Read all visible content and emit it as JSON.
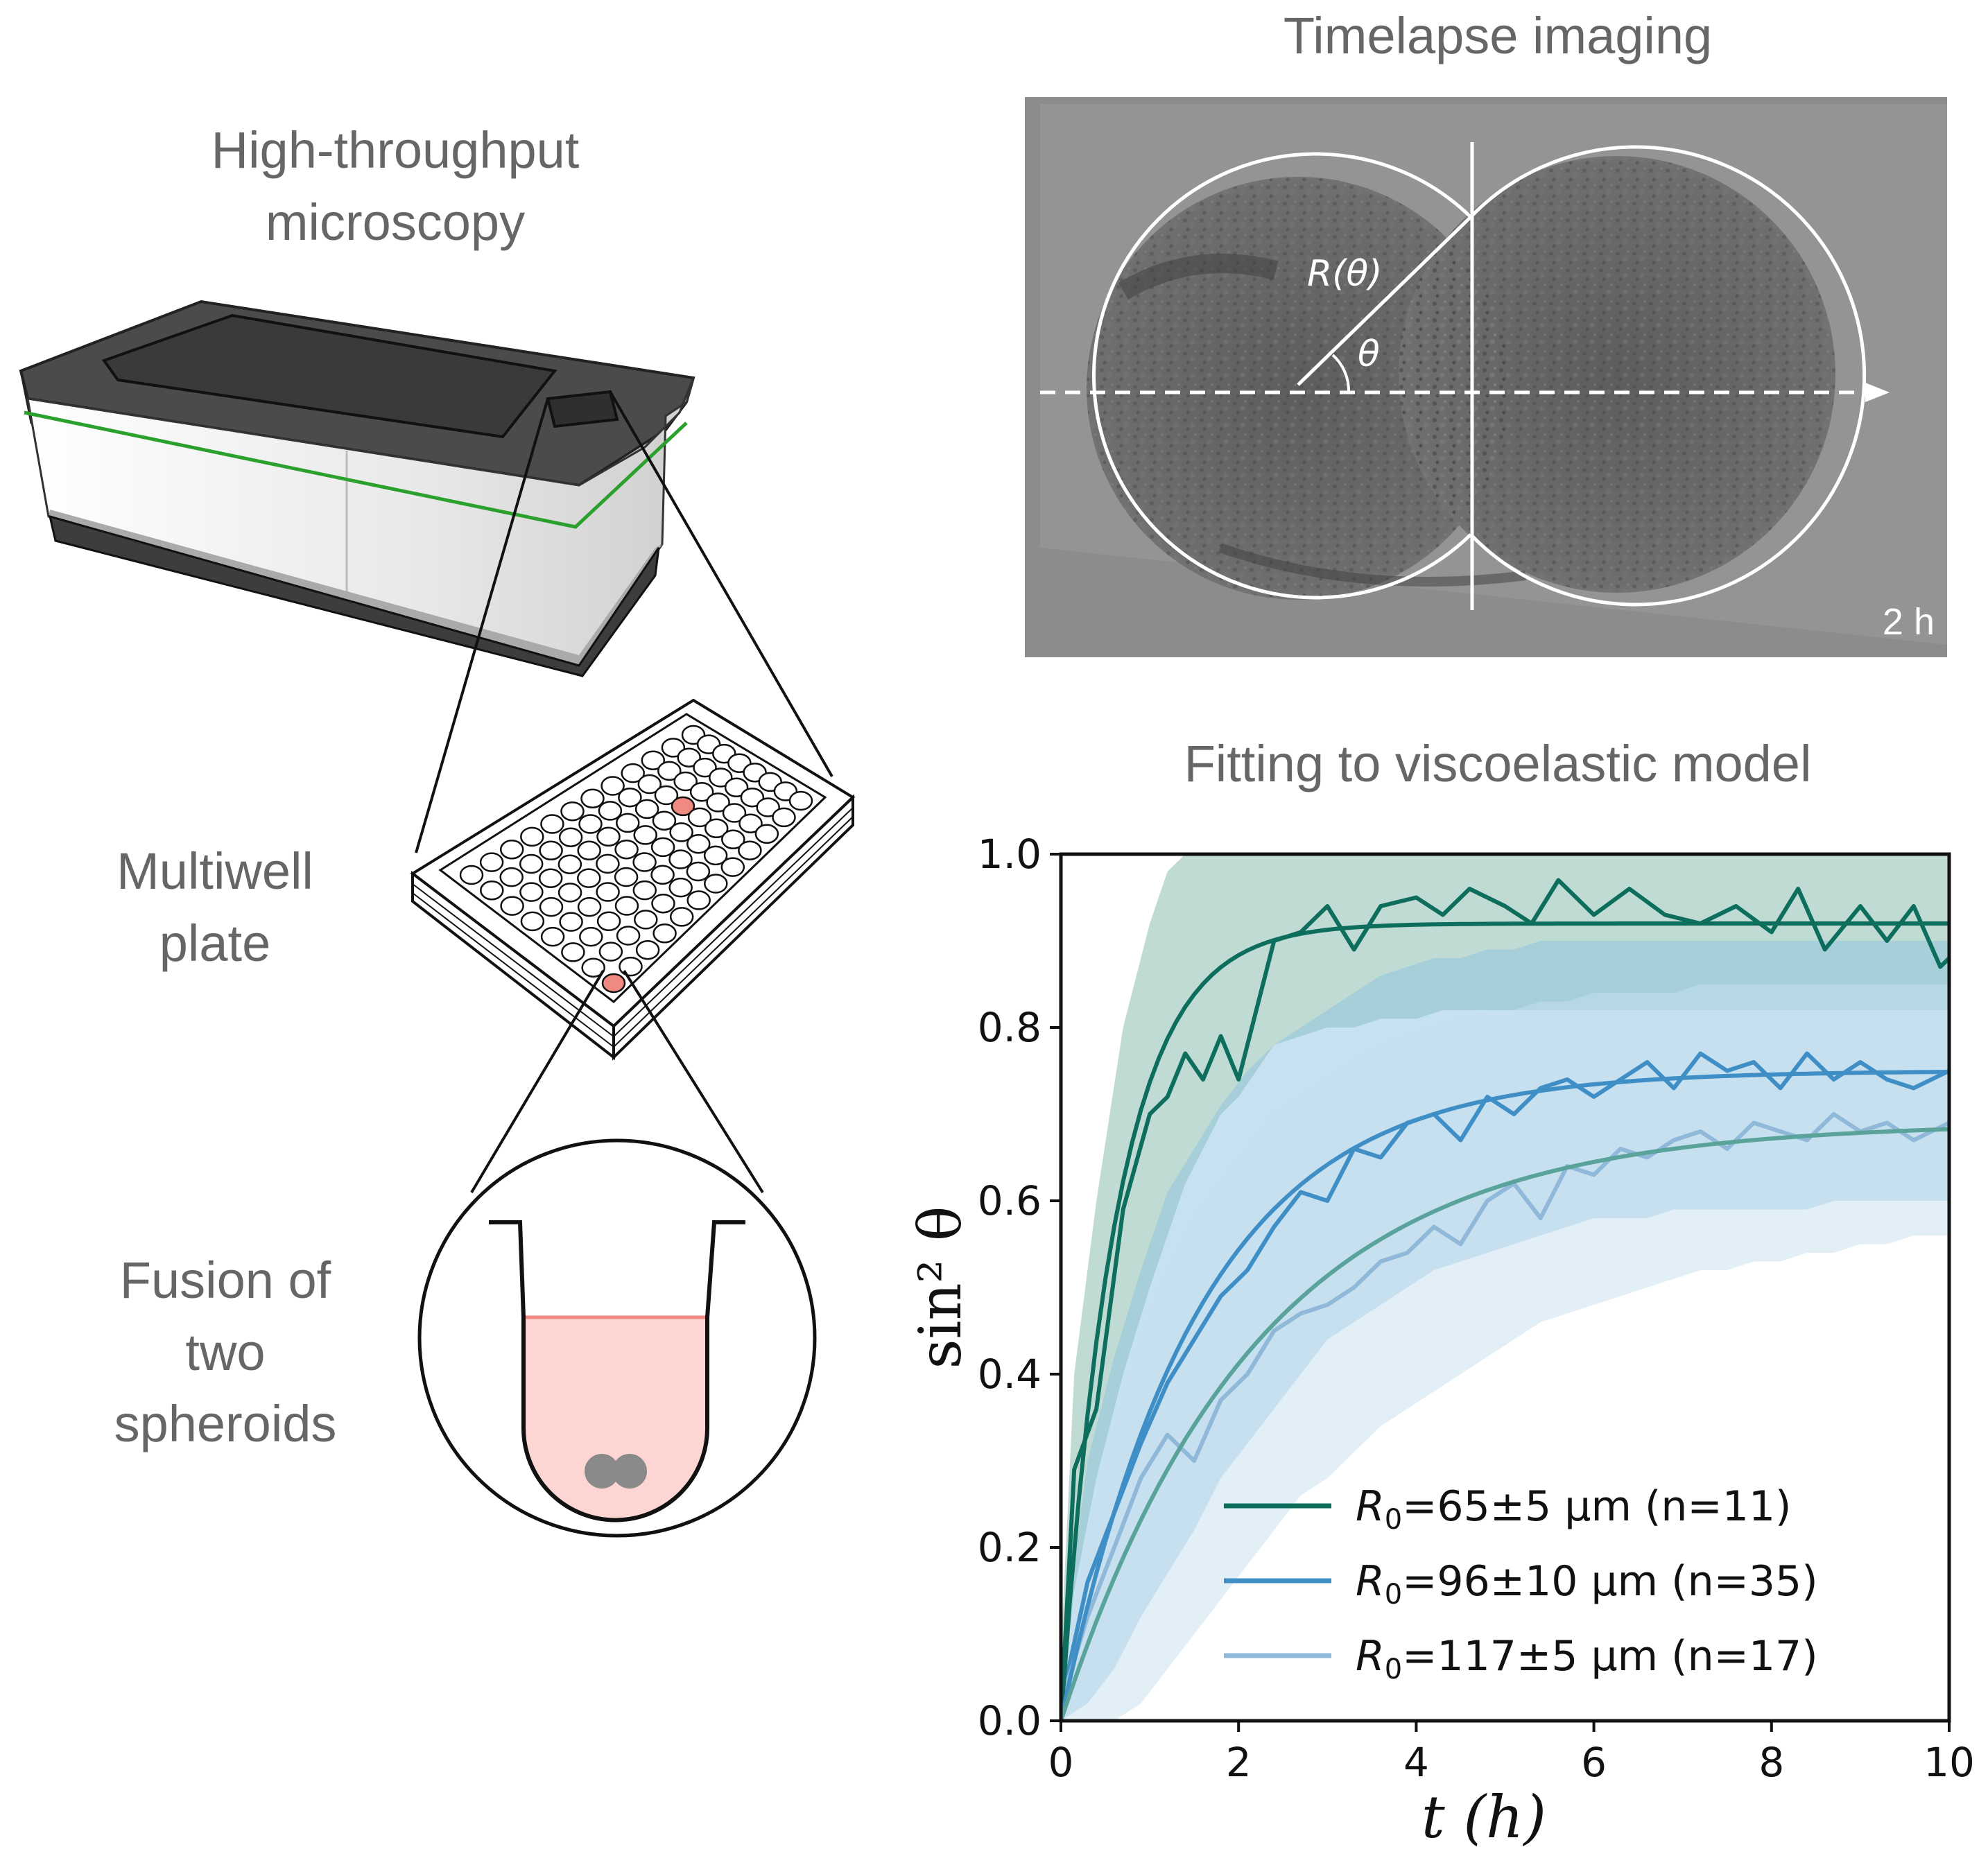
{
  "left_panel": {
    "microscopy_label_1": "High-throughput",
    "microscopy_label_2": "microscopy",
    "plate_label_1": "Multiwell",
    "plate_label_2": "plate",
    "fusion_label_1": "Fusion of",
    "fusion_label_2": "two",
    "fusion_label_3": "spheroids",
    "instrument_accent_color": "#2ca02c",
    "highlight_well_color": "#f08a80",
    "medium_color": "#fdd5d2"
  },
  "image_panel": {
    "title": "Timelapse imaging",
    "radius_label": "R(θ)",
    "angle_label": "θ",
    "time_stamp": "2 h"
  },
  "chart_panel": {
    "title": "Fitting to viscoelastic model",
    "legend": [
      {
        "symbol": "R",
        "subscript": "0",
        "text": "=65±5 μm  (n=11)"
      },
      {
        "symbol": "R",
        "subscript": "0",
        "text": "=96±10 μm  (n=35)"
      },
      {
        "symbol": "R",
        "subscript": "0",
        "text": "=117±5 μm  (n=17)"
      }
    ]
  },
  "chart_data": {
    "type": "line",
    "xlabel": "t (h)",
    "ylabel": "sin² θ",
    "xlim": [
      0,
      10
    ],
    "ylim": [
      0,
      1.0
    ],
    "xticks": [
      "0",
      "2",
      "4",
      "6",
      "8",
      "10"
    ],
    "yticks": [
      "0.0",
      "0.2",
      "0.4",
      "0.6",
      "0.8",
      "1.0"
    ],
    "legend_position": "lower-right",
    "series": [
      {
        "name": "R0=65±5 μm (n=11)",
        "color": "#0e6e5e",
        "band_color": "#7fb8a8",
        "fit": {
          "plateau": 0.92,
          "tau_h": 0.62
        },
        "x": [
          0,
          0.15,
          0.4,
          0.7,
          1.0,
          1.2,
          1.4,
          1.6,
          1.8,
          2.0,
          2.2,
          2.4,
          2.7,
          3.0,
          3.3,
          3.6,
          4.0,
          4.3,
          4.6,
          5.0,
          5.3,
          5.6,
          6.0,
          6.4,
          6.8,
          7.2,
          7.6,
          8.0,
          8.3,
          8.6,
          9.0,
          9.3,
          9.6,
          9.9,
          10.0
        ],
        "y": [
          0.0,
          0.29,
          0.36,
          0.59,
          0.7,
          0.72,
          0.77,
          0.74,
          0.79,
          0.74,
          0.82,
          0.9,
          0.91,
          0.94,
          0.89,
          0.94,
          0.95,
          0.93,
          0.96,
          0.94,
          0.92,
          0.97,
          0.93,
          0.96,
          0.93,
          0.92,
          0.94,
          0.91,
          0.96,
          0.89,
          0.94,
          0.9,
          0.94,
          0.87,
          0.88
        ],
        "band_lower": [
          0.0,
          0.15,
          0.28,
          0.4,
          0.5,
          0.56,
          0.62,
          0.66,
          0.7,
          0.72,
          0.75,
          0.78,
          0.79,
          0.8,
          0.8,
          0.81,
          0.81,
          0.82,
          0.82,
          0.82,
          0.82,
          0.82,
          0.82,
          0.82,
          0.82,
          0.82,
          0.82,
          0.82,
          0.82,
          0.82,
          0.82,
          0.82,
          0.82,
          0.82,
          0.82
        ],
        "band_upper": [
          0.08,
          0.4,
          0.6,
          0.8,
          0.92,
          0.98,
          1.0,
          1.0,
          1.0,
          1.0,
          1.0,
          1.0,
          1.0,
          1.0,
          1.0,
          1.0,
          1.0,
          1.0,
          1.0,
          1.0,
          1.0,
          1.0,
          1.0,
          1.0,
          1.0,
          1.0,
          1.0,
          1.0,
          1.0,
          1.0,
          1.0,
          1.0,
          1.0,
          1.0,
          1.0
        ]
      },
      {
        "name": "R0=96±10 μm (n=35)",
        "color": "#3f8fc6",
        "band_color": "#8ec3df",
        "fit": {
          "plateau": 0.75,
          "tau_h": 1.55
        },
        "x": [
          0,
          0.3,
          0.6,
          0.9,
          1.2,
          1.5,
          1.8,
          2.1,
          2.4,
          2.7,
          3.0,
          3.3,
          3.6,
          3.9,
          4.2,
          4.5,
          4.8,
          5.1,
          5.4,
          5.7,
          6.0,
          6.3,
          6.6,
          6.9,
          7.2,
          7.5,
          7.8,
          8.1,
          8.4,
          8.7,
          9.0,
          9.3,
          9.6,
          10.0
        ],
        "y": [
          0.02,
          0.16,
          0.24,
          0.32,
          0.39,
          0.44,
          0.49,
          0.52,
          0.57,
          0.61,
          0.6,
          0.66,
          0.65,
          0.69,
          0.7,
          0.67,
          0.72,
          0.7,
          0.73,
          0.74,
          0.72,
          0.74,
          0.76,
          0.73,
          0.77,
          0.75,
          0.76,
          0.73,
          0.77,
          0.74,
          0.76,
          0.74,
          0.73,
          0.75
        ],
        "band_lower": [
          0.0,
          0.02,
          0.06,
          0.12,
          0.17,
          0.22,
          0.28,
          0.32,
          0.36,
          0.4,
          0.44,
          0.46,
          0.48,
          0.5,
          0.52,
          0.53,
          0.54,
          0.55,
          0.56,
          0.57,
          0.58,
          0.58,
          0.58,
          0.59,
          0.59,
          0.59,
          0.59,
          0.59,
          0.59,
          0.6,
          0.6,
          0.6,
          0.6,
          0.6
        ],
        "band_upper": [
          0.06,
          0.3,
          0.42,
          0.52,
          0.61,
          0.66,
          0.71,
          0.75,
          0.78,
          0.8,
          0.82,
          0.84,
          0.86,
          0.87,
          0.88,
          0.88,
          0.89,
          0.89,
          0.9,
          0.9,
          0.9,
          0.9,
          0.9,
          0.9,
          0.9,
          0.9,
          0.9,
          0.9,
          0.9,
          0.9,
          0.9,
          0.9,
          0.9,
          0.9
        ]
      },
      {
        "name": "R0=117±5 μm (n=17)",
        "color": "#8fb8d9",
        "band_color": "#c6dff0",
        "fit": {
          "plateau": 0.69,
          "tau_h": 2.2,
          "color": "#5aa39a"
        },
        "x": [
          0,
          0.3,
          0.6,
          0.9,
          1.2,
          1.5,
          1.8,
          2.1,
          2.4,
          2.7,
          3.0,
          3.3,
          3.6,
          3.9,
          4.2,
          4.5,
          4.8,
          5.1,
          5.4,
          5.7,
          6.0,
          6.3,
          6.6,
          6.9,
          7.2,
          7.5,
          7.8,
          8.1,
          8.4,
          8.7,
          9.0,
          9.3,
          9.6,
          10.0
        ],
        "y": [
          0.02,
          0.12,
          0.2,
          0.28,
          0.33,
          0.3,
          0.37,
          0.4,
          0.45,
          0.47,
          0.48,
          0.5,
          0.53,
          0.54,
          0.57,
          0.55,
          0.6,
          0.62,
          0.58,
          0.64,
          0.63,
          0.66,
          0.65,
          0.67,
          0.68,
          0.66,
          0.69,
          0.68,
          0.67,
          0.7,
          0.68,
          0.69,
          0.67,
          0.69
        ],
        "band_lower": [
          0.0,
          0.0,
          0.0,
          0.02,
          0.06,
          0.1,
          0.14,
          0.18,
          0.22,
          0.26,
          0.28,
          0.31,
          0.34,
          0.36,
          0.38,
          0.4,
          0.42,
          0.44,
          0.46,
          0.47,
          0.48,
          0.49,
          0.5,
          0.51,
          0.52,
          0.52,
          0.53,
          0.53,
          0.54,
          0.54,
          0.55,
          0.55,
          0.56,
          0.56
        ],
        "band_upper": [
          0.05,
          0.22,
          0.34,
          0.44,
          0.52,
          0.58,
          0.62,
          0.66,
          0.7,
          0.72,
          0.74,
          0.76,
          0.78,
          0.79,
          0.8,
          0.81,
          0.82,
          0.82,
          0.83,
          0.83,
          0.84,
          0.84,
          0.84,
          0.84,
          0.85,
          0.85,
          0.85,
          0.85,
          0.85,
          0.85,
          0.85,
          0.85,
          0.85,
          0.85
        ]
      }
    ]
  }
}
